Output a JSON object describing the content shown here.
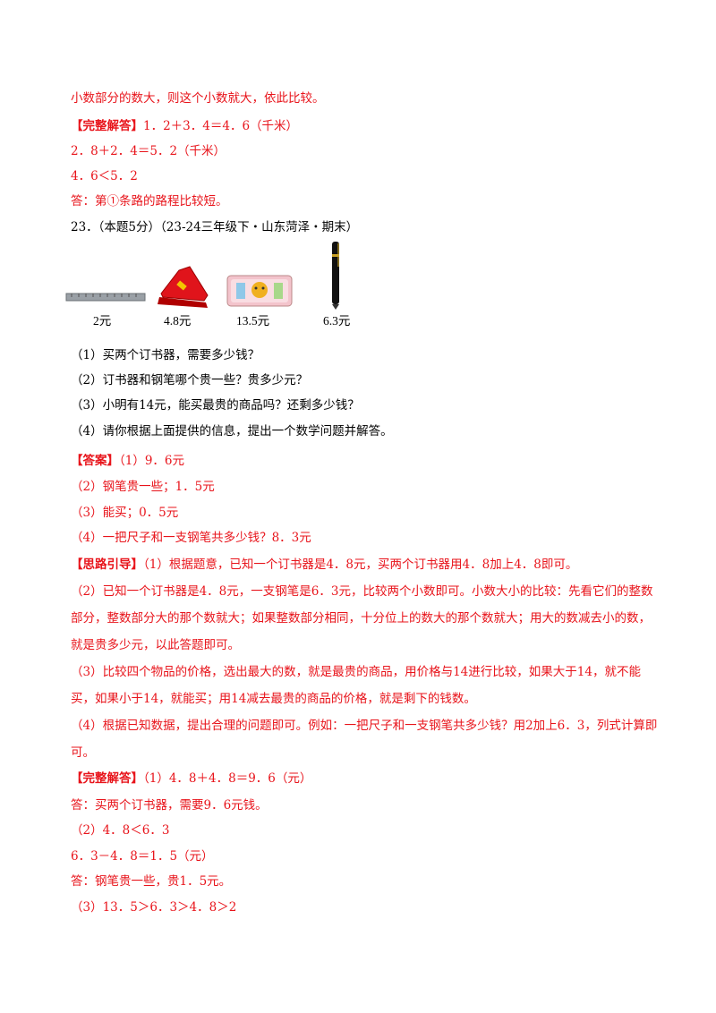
{
  "lines": {
    "l1": "小数部分的数大，则这个小数就大，依此比较。",
    "l2_tag": "【完整解答】",
    "l2_rest": "1．2＋3．4＝4．6（千米）",
    "l3": "2．8＋2．4＝5．2（千米）",
    "l4": "4．6＜5．2",
    "l5": "答：第①条路的路程比较短。"
  },
  "question": {
    "header": "23．（本题5分）（23-24三年级下・山东菏泽・期末）",
    "prices": [
      "2元",
      "4.8元",
      "13.5元",
      "6.3元"
    ],
    "q1": "（1）买两个订书器，需要多少钱？",
    "q2": "（2）订书器和钢笔哪个贵一些？贵多少元？",
    "q3": "（3）小明有14元，能买最贵的商品吗？还剩多少钱？",
    "q4": "（4）请你根据上面提供的信息，提出一个数学问题并解答。"
  },
  "answer": {
    "tag": "【答案】",
    "a1": "（1）9．6元",
    "a2": "（2）钢笔贵一些；1．5元",
    "a3": "（3）能买；0．5元",
    "a4": "（4）一把尺子和一支钢笔共多少钱？8．3元"
  },
  "hint": {
    "tag": "【思路引导】",
    "h1": "（1）根据题意，已知一个订书器是4．8元，买两个订书器用4．8加上4．8即可。",
    "h2": "（2）已知一个订书器是4．8元，一支钢笔是6．3元，比较两个小数即可。小数大小的比较：先看它们的整数部分，整数部分大的那个数就大；如果整数部分相同，十分位上的数大的那个数就大；用大的数减去小的数，就是贵多少元，以此答题即可。",
    "h3": "（3）比较四个物品的价格，选出最大的数，就是最贵的商品，用价格与14进行比较，如果大于14，就不能买，如果小于14，就能买；用14减去最贵的商品的价格，就是剩下的钱数。",
    "h4": "（4）根据已知数据，提出合理的问题即可。例如：一把尺子和一支钢笔共多少钱？用2加上6．3，列式计算即可。"
  },
  "solution": {
    "tag": "【完整解答】",
    "s1": "（1）4．8＋4．8＝9．6（元）",
    "s2": "答：买两个订书器，需要9．6元钱。",
    "s3": "（2）4．8＜6．3",
    "s4": "6．3－4．8＝1．5（元）",
    "s5": "答：钢笔贵一些，贵1．5元。",
    "s6": "（3）13．5＞6．3＞4．8＞2"
  },
  "colors": {
    "answer_red": "#e8141b",
    "text": "#000000"
  }
}
